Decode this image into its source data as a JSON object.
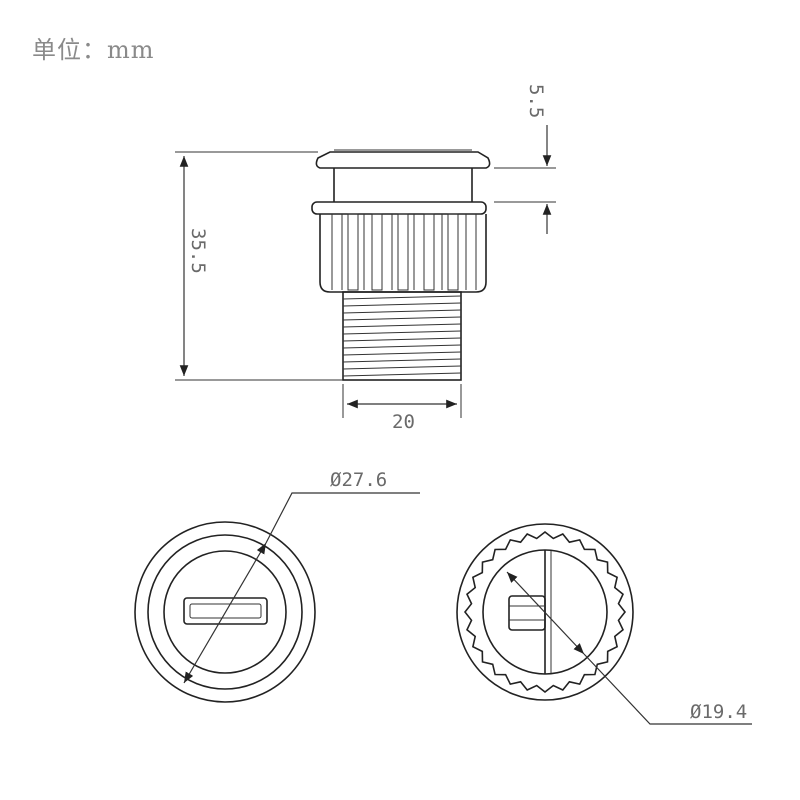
{
  "unit_label": "单位：mm",
  "dimensions": {
    "height_total": "35.5",
    "collar_height": "5.5",
    "thread_width": "20",
    "outer_diameter": "Ø27.6",
    "inner_diameter": "Ø19.4"
  }
}
